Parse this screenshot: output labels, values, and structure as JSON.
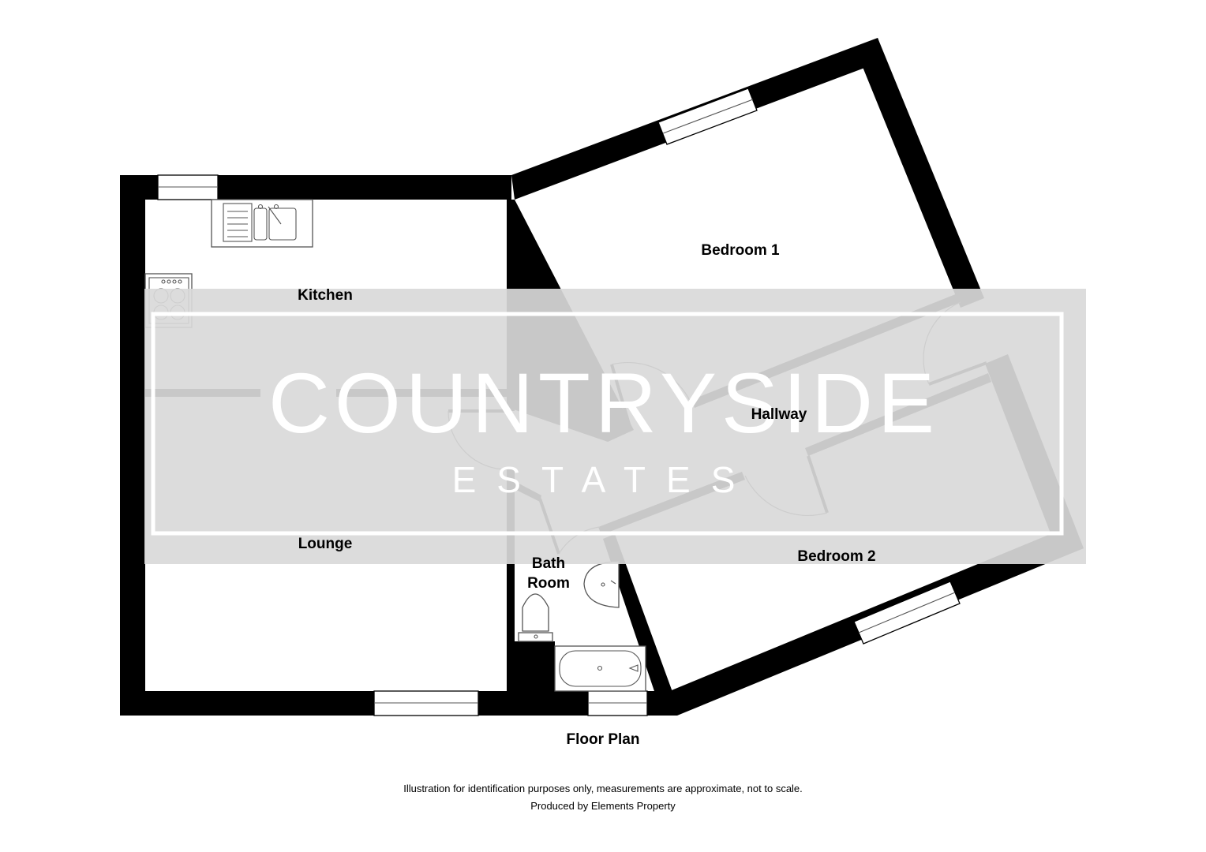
{
  "rooms": {
    "kitchen": "Kitchen",
    "lounge": "Lounge",
    "bedroom1": "Bedroom 1",
    "bedroom2": "Bedroom 2",
    "hallway": "Hallway",
    "bathroom_line1": "Bath",
    "bathroom_line2": "Room"
  },
  "watermark": {
    "brand": "COUNTRYSIDE",
    "subtitle": "ESTATES"
  },
  "plan_title": "Floor Plan",
  "disclaimer": "Illustration for identification purposes only, measurements are approximate, not to scale.",
  "producer": "Produced by Elements Property",
  "colors": {
    "wall": "#000000",
    "watermark_band": "#d9d9d9"
  }
}
